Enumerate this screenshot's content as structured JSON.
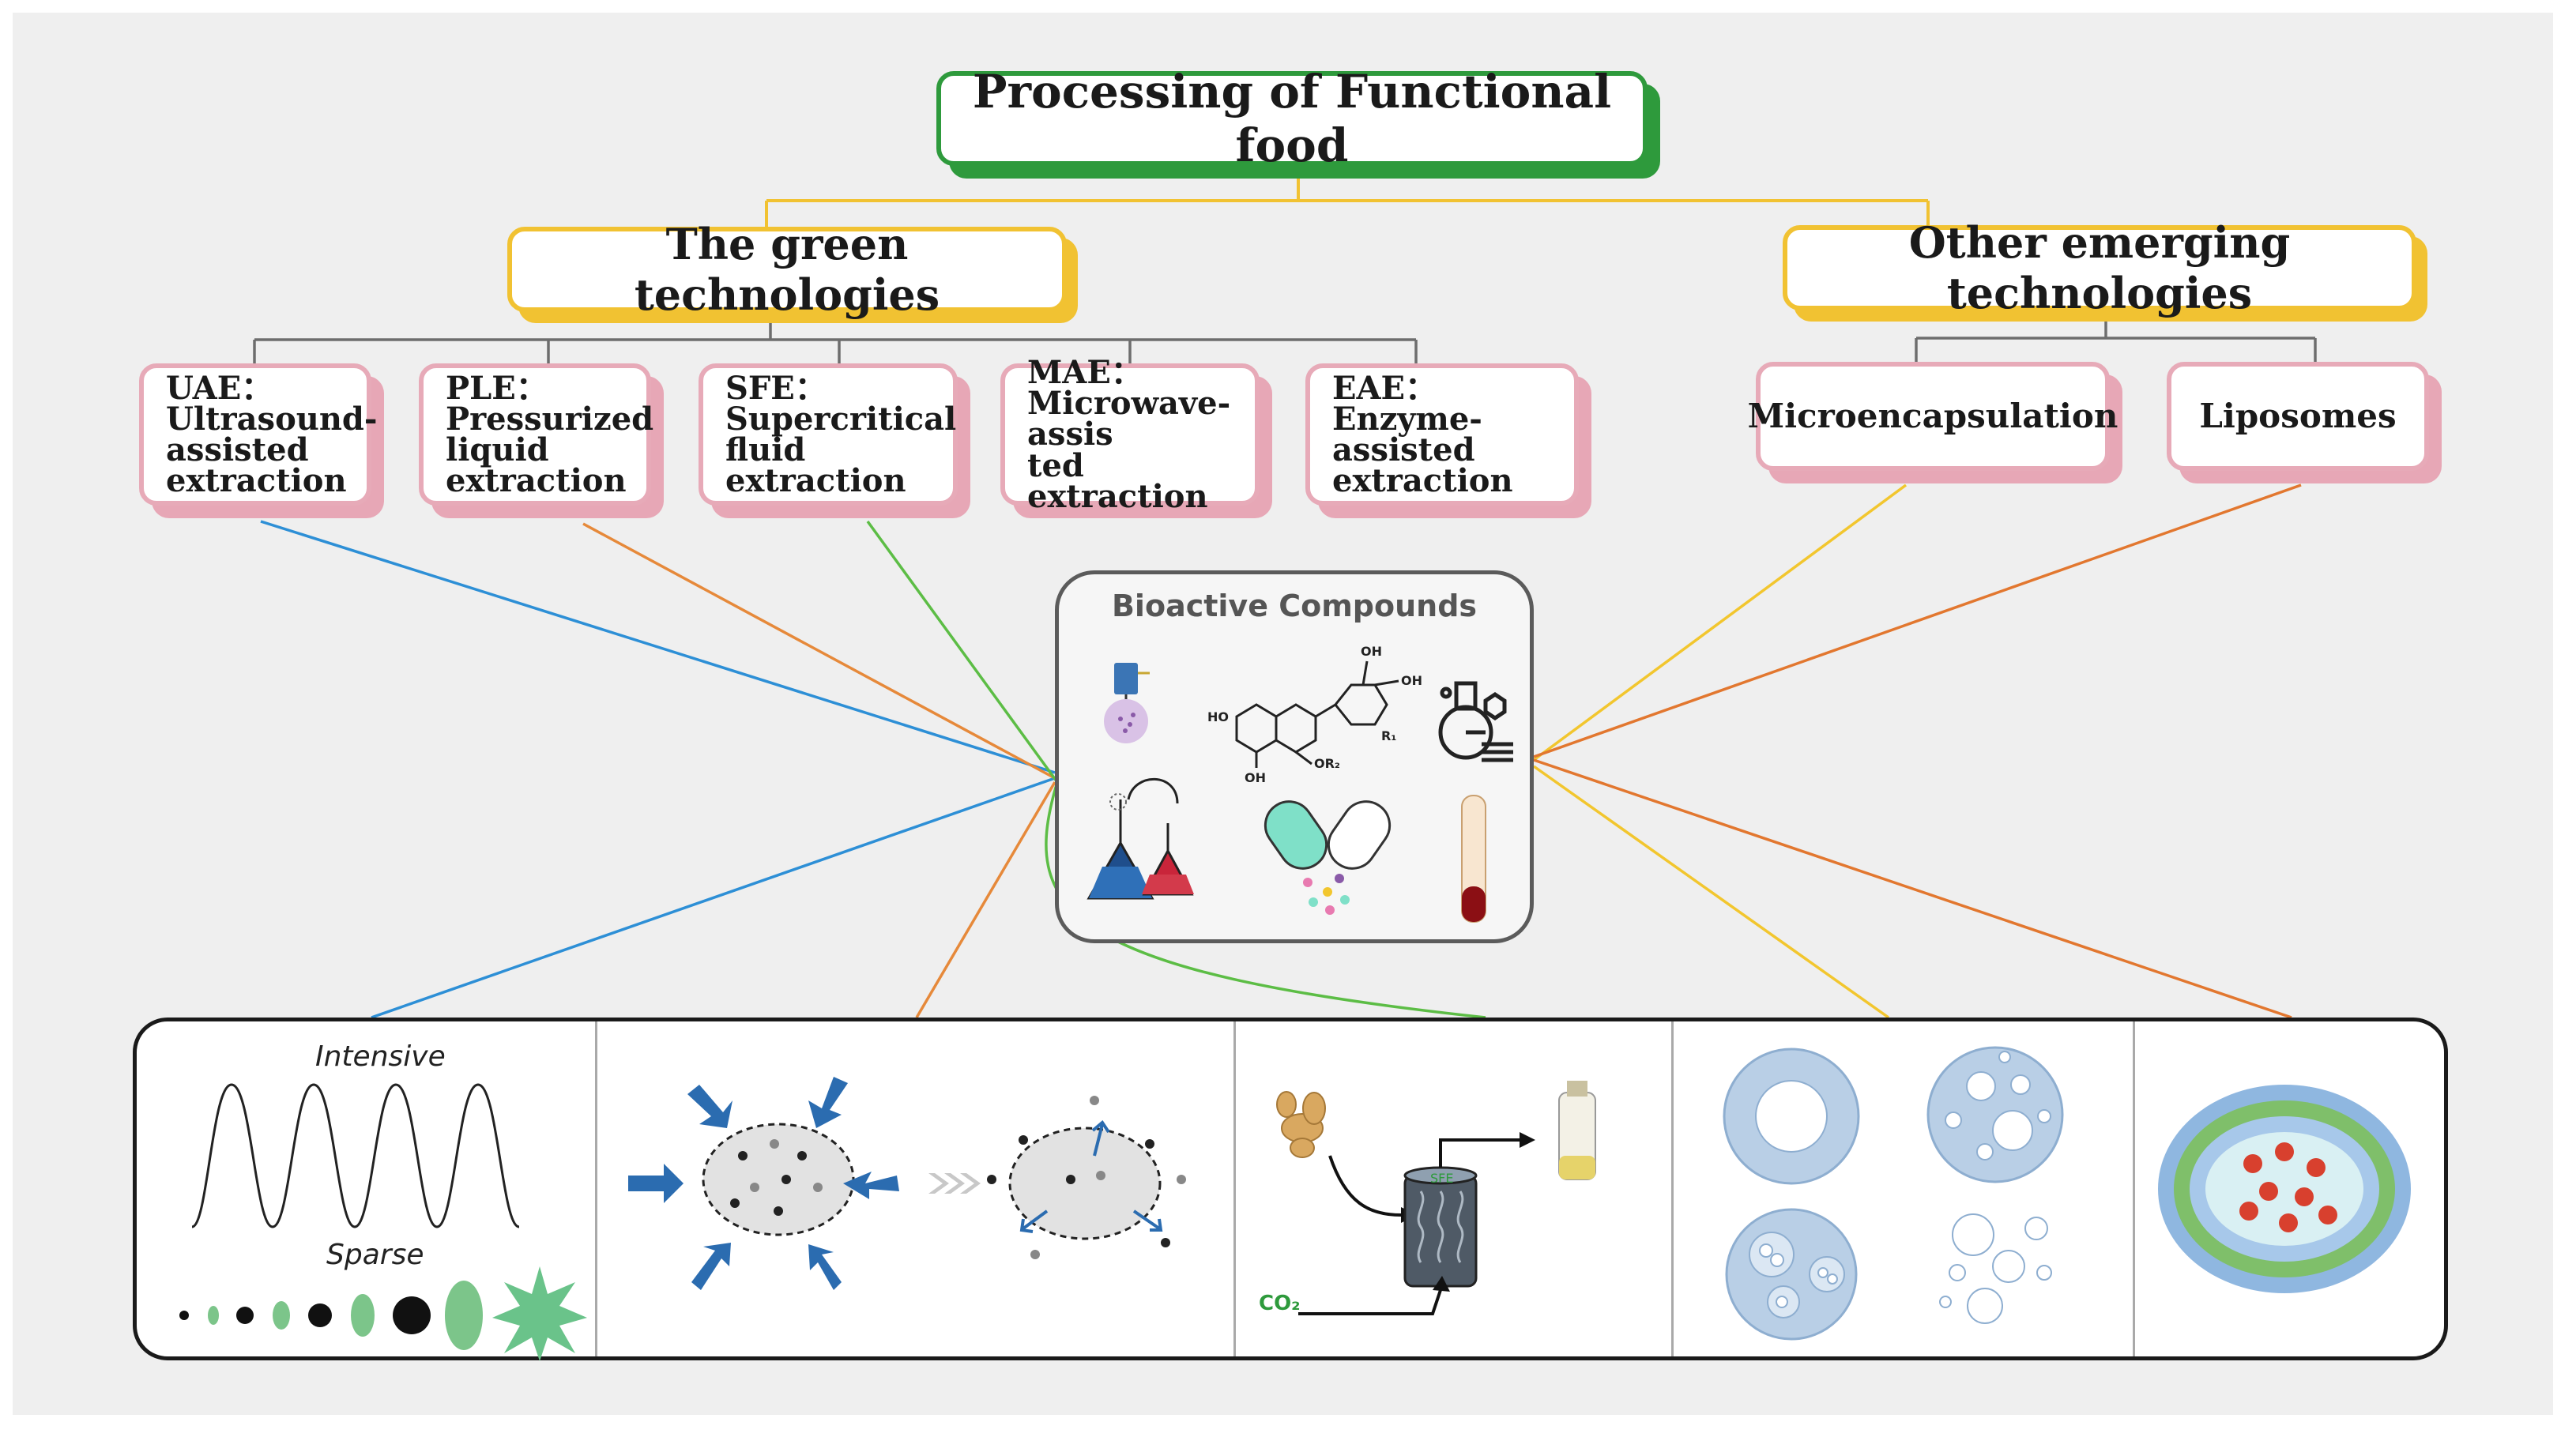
{
  "title": "Processing of Functional food",
  "groups": {
    "green": "The green technologies",
    "emerging": "Other emerging technologies"
  },
  "techniques": [
    {
      "abbr": "UAE：",
      "name": "Ultrasound-assisted extraction",
      "lines": [
        "Ultrasound-",
        "assisted",
        "extraction"
      ]
    },
    {
      "abbr": "PLE：",
      "name": "Pressurized liquid extraction",
      "lines": [
        "Pressurized",
        "liquid",
        "extraction"
      ]
    },
    {
      "abbr": "SFE：",
      "name": "Supercritical fluid extraction",
      "lines": [
        "Supercritical",
        "fluid extraction"
      ]
    },
    {
      "abbr": "MAE：",
      "name": "Microwave-assisted extraction",
      "lines": [
        "Microwave-assis",
        "ted extraction"
      ]
    },
    {
      "abbr": "EAE：",
      "name": "Enzyme-assisted extraction",
      "lines": [
        "Enzyme-assisted",
        "extraction"
      ]
    }
  ],
  "emerging_items": [
    "Microencapsulation",
    "Liposomes"
  ],
  "center_box": {
    "title": "Bioactive Compounds",
    "structure_labels": [
      "OH",
      "OH",
      "HO",
      "OH",
      "R₁",
      "OR₂"
    ]
  },
  "panels": {
    "ultrasound": {
      "top_label": "Intensive",
      "bottom_label": "Sparse"
    },
    "sfe": {
      "reactor_label": "SFE",
      "co2_label": "CO₂"
    }
  },
  "colors": {
    "title_border": "#2e9a3c",
    "group_border": "#f1c232",
    "leaf_border": "#e7aab8",
    "connector_tree": "#f1c232",
    "connector_leaf": "#6d6d6d",
    "link_uae": "#2d8fd6",
    "link_ple": "#e6893a",
    "link_sfe": "#5cbd45",
    "link_micro": "#f2c62e",
    "link_lipo": "#e2772f",
    "arrow_blue": "#2b6cb0",
    "bubble_blue": "#b9cfe6",
    "bubble_border": "#8eaed0",
    "green_particle": "#7cc58a"
  }
}
